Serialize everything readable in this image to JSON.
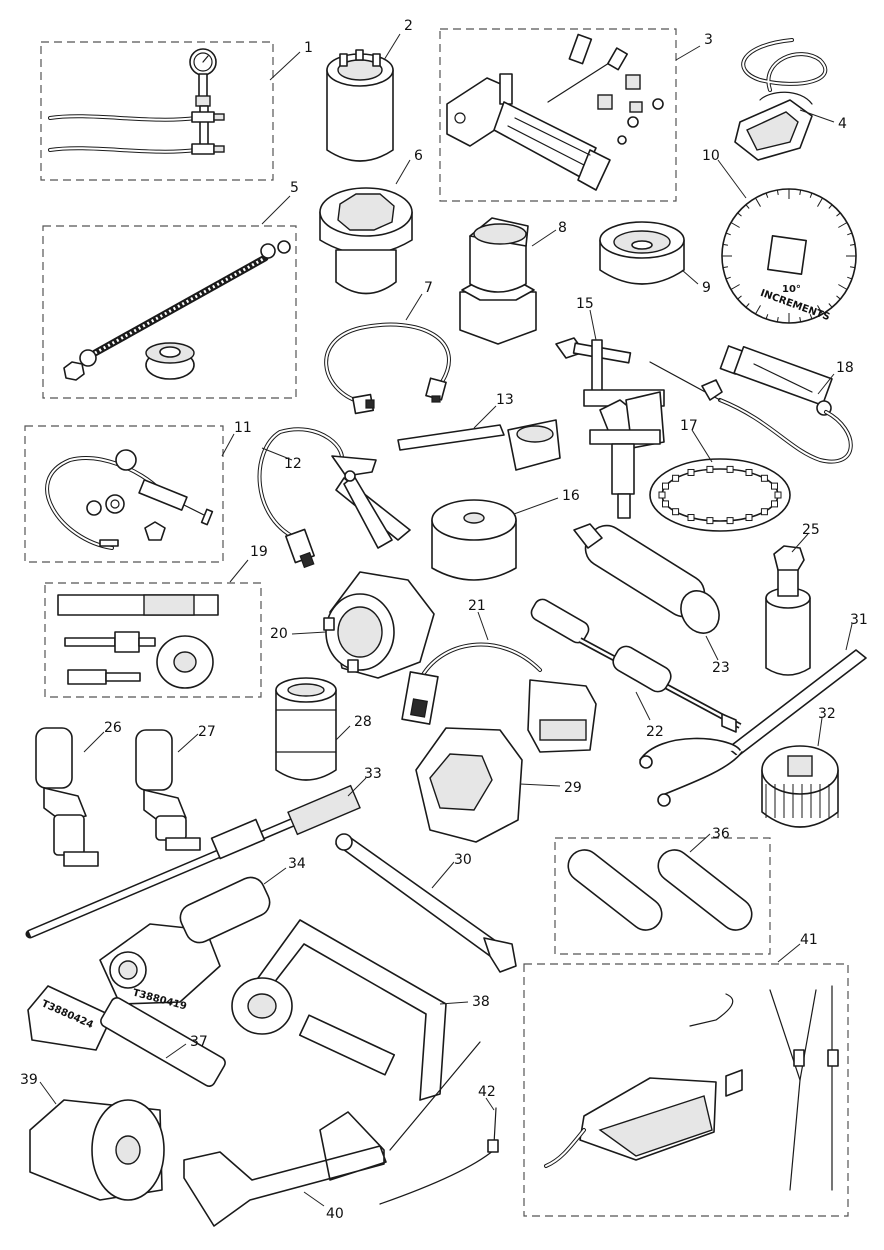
{
  "callouts": [
    {
      "n": "1"
    },
    {
      "n": "2"
    },
    {
      "n": "3"
    },
    {
      "n": "4"
    },
    {
      "n": "5"
    },
    {
      "n": "6"
    },
    {
      "n": "7"
    },
    {
      "n": "8"
    },
    {
      "n": "9"
    },
    {
      "n": "10"
    },
    {
      "n": "11"
    },
    {
      "n": "12"
    },
    {
      "n": "13"
    },
    {
      "n": "15"
    },
    {
      "n": "16"
    },
    {
      "n": "17"
    },
    {
      "n": "18"
    },
    {
      "n": "19"
    },
    {
      "n": "20"
    },
    {
      "n": "21"
    },
    {
      "n": "22"
    },
    {
      "n": "23"
    },
    {
      "n": "25"
    },
    {
      "n": "26"
    },
    {
      "n": "27"
    },
    {
      "n": "28"
    },
    {
      "n": "29"
    },
    {
      "n": "30"
    },
    {
      "n": "31"
    },
    {
      "n": "32"
    },
    {
      "n": "33"
    },
    {
      "n": "34"
    },
    {
      "n": "36"
    },
    {
      "n": "37"
    },
    {
      "n": "38"
    },
    {
      "n": "39"
    },
    {
      "n": "40"
    },
    {
      "n": "41"
    },
    {
      "n": "42"
    }
  ],
  "part_labels": {
    "degree_wheel_degrees": "10°",
    "degree_wheel_text": "INCREMENTS",
    "tool_34_code": "T3880419",
    "tool_37_code": "T3880424"
  }
}
